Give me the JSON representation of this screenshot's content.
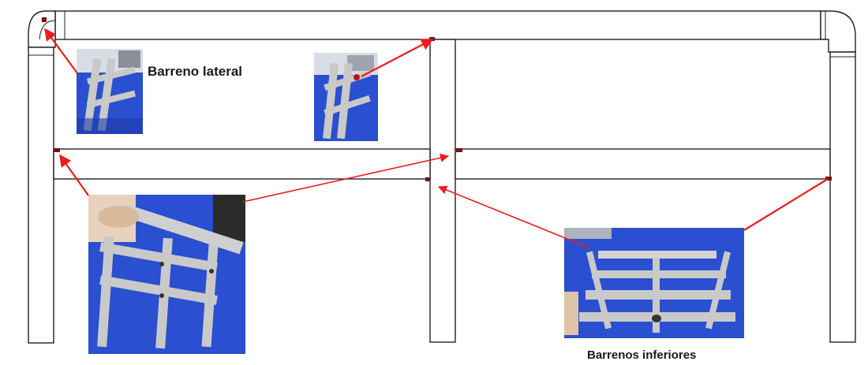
{
  "labels": {
    "lateral_holes": "Barreno lateral",
    "bottom_holes": "Barrenos inferiores"
  },
  "colors": {
    "outline": "#222222",
    "arrow": "#ee1c1c",
    "hole_marker": "#7a1010",
    "photo_blue": "#2a4fd0",
    "pipe_gray": "#c9c9c9"
  },
  "photos": [
    {
      "name": "photo-lateral-hole-small-left",
      "depicts": "pipe frame with lateral hole"
    },
    {
      "name": "photo-lateral-hole-small-center",
      "depicts": "pipe frame with lateral hole"
    },
    {
      "name": "photo-frame-held-in-hand",
      "depicts": "pipe frame held by a hand showing holes"
    },
    {
      "name": "photo-frame-bottom-holes",
      "depicts": "pipe grid frame lying flat showing bottom holes"
    }
  ]
}
